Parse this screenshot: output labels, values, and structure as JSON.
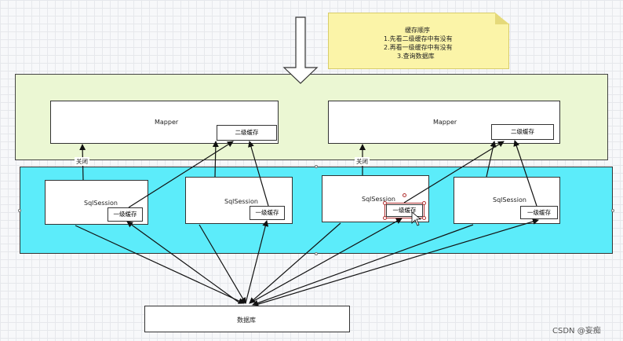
{
  "note": {
    "title": "缓存顺序",
    "lines": [
      "1.先看二级缓存中有没有",
      "2.再看一级缓存中有没有",
      "3.查询数据库"
    ]
  },
  "mappers": [
    {
      "label": "Mapper",
      "cache": "二级缓存"
    },
    {
      "label": "Mapper",
      "cache": "二级缓存"
    }
  ],
  "sessions": [
    {
      "label": "SqlSession",
      "cache": "一级缓存"
    },
    {
      "label": "SqlSession",
      "cache": "一级缓存"
    },
    {
      "label": "SqlSession",
      "cache": "一级缓存"
    },
    {
      "label": "SqlSession",
      "cache": "一级缓存"
    }
  ],
  "tags": [
    "关闭",
    "关闭"
  ],
  "database": "数据库",
  "watermark": "CSDN @妄痴",
  "colors": {
    "mapper_zone": "#ebf7d3",
    "session_zone": "#5cecfa",
    "note": "#fbf4a8"
  }
}
